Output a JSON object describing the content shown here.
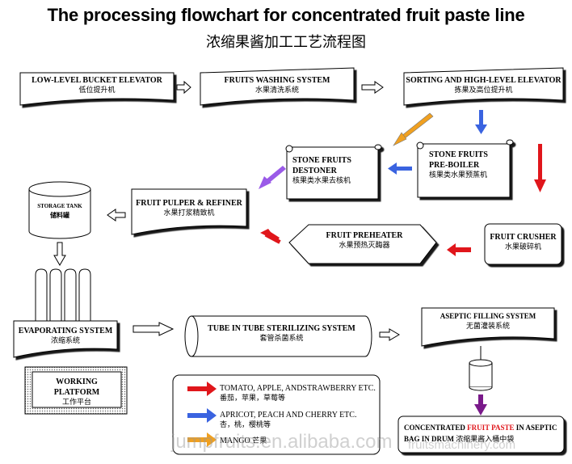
{
  "title_en": "The processing flowchart for concentrated fruit paste line",
  "title_zh": "浓缩果酱加工工艺流程图",
  "nodes": {
    "bucket_elevator": {
      "en": "LOW-LEVEL BUCKET ELEVATOR",
      "zh": "低位提升机"
    },
    "washing": {
      "en": "FRUITS WASHING SYSTEM",
      "zh": "水果清洗系统"
    },
    "sorting": {
      "en": "SORTING AND HIGH-LEVEL ELEVATOR",
      "zh": "拣果及高位提升机"
    },
    "destoner": {
      "en1": "STONE FRUITS",
      "en2": "DESTONER",
      "zh": "核果类水果去核机"
    },
    "preboiler": {
      "en1": "STONE FRUITS",
      "en2": "PRE-BOILER",
      "zh": "核果类水果预蒸机"
    },
    "pulper": {
      "en": "FRUIT PULPER & REFINER",
      "zh": "水果打浆精致机"
    },
    "storage": {
      "en": "STORAGE TANK",
      "zh": "储料罐"
    },
    "preheater": {
      "en": "FRUIT PREHEATER",
      "zh": "水果预热灭酶器"
    },
    "crusher": {
      "en": "FRUIT CRUSHER",
      "zh": "水果破碎机"
    },
    "evaporating": {
      "en": "EVAPORATING SYSTEM",
      "zh": "浓缩系统"
    },
    "sterilizing": {
      "en": "TUBE IN TUBE STERILIZING SYSTEM",
      "zh": "套管杀菌系统"
    },
    "aseptic": {
      "en": "ASEPTIC FILLING SYSTEM",
      "zh": "无菌灌装系统"
    },
    "platform": {
      "en": "WORKING PLATFORM",
      "zh": "工作平台"
    },
    "final": {
      "en_a": "CONCENTRATED",
      "en_b": "FRUIT PASTE",
      "en_c": "IN ASEPTIC",
      "en_d": "BAG IN DRUM",
      "zh": "浓缩果酱入桶中袋"
    }
  },
  "legend": [
    {
      "color": "#e0161b",
      "en": "TOMATO, APPLE, ANDSTRAWBERRY ETC.",
      "zh": "番茄，苹果，草莓等"
    },
    {
      "color": "#3a63e0",
      "en": "APRICOT, PEACH AND CHERRY ETC.",
      "zh": "杏，桃，樱桃等"
    },
    {
      "color": "#f0a020",
      "en": "MANGO",
      "zh": "芒果"
    }
  ],
  "watermark": {
    "main": "jumpfruits.en.alibaba.com",
    "secondary": "fruitsmachinery.com"
  },
  "colors": {
    "red": "#e0161b",
    "blue": "#3a63e0",
    "orange": "#f0a020",
    "purple": "#7a1a8a",
    "violet": "#9a5ae8"
  }
}
